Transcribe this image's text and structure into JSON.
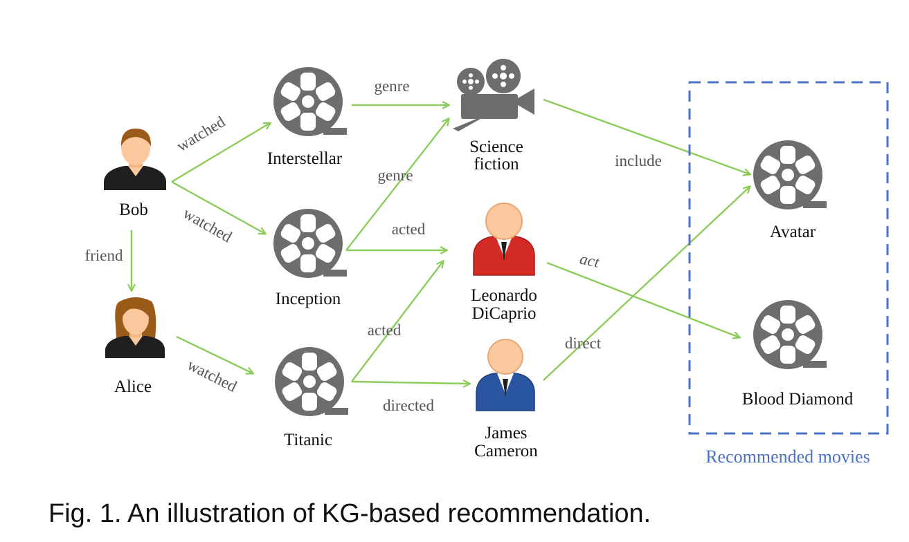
{
  "caption": "Fig. 1. An illustration of KG-based recommendation.",
  "colors": {
    "edge": "#8ccc5a",
    "icon_gray": "#6d6d6d",
    "box_blue": "#4a72c4",
    "leonardo_suit": "#d42a25",
    "james_suit": "#2a55a0",
    "skin": "#fcc99e"
  },
  "recommended_box_label": "Recommended movies",
  "nodes": {
    "bob": {
      "label": "Bob",
      "icon": "user-male-icon"
    },
    "alice": {
      "label": "Alice",
      "icon": "user-female-icon"
    },
    "interstellar": {
      "label": "Interstellar",
      "icon": "film-reel-icon"
    },
    "inception": {
      "label": "Inception",
      "icon": "film-reel-icon"
    },
    "titanic": {
      "label": "Titanic",
      "icon": "film-reel-icon"
    },
    "science_fiction": {
      "label_line1": "Science",
      "label_line2": "fiction",
      "icon": "movie-camera-icon"
    },
    "leonardo": {
      "label_line1": "Leonardo",
      "label_line2": "DiCaprio",
      "icon": "person-red-suit-icon"
    },
    "james": {
      "label_line1": "James",
      "label_line2": "Cameron",
      "icon": "person-blue-suit-icon"
    },
    "avatar": {
      "label": "Avatar",
      "icon": "film-reel-icon"
    },
    "blood_diamond": {
      "label": "Blood Diamond",
      "icon": "film-reel-icon"
    }
  },
  "edges": {
    "bob_interstellar": "watched",
    "bob_inception": "watched",
    "bob_alice": "friend",
    "alice_titanic": "watched",
    "interstellar_scifi": "genre",
    "inception_scifi": "genre",
    "inception_leonardo": "acted",
    "titanic_leonardo": "acted",
    "titanic_james": "directed",
    "scifi_avatar": "include",
    "leonardo_blood_diamond": "act",
    "james_avatar": "direct"
  }
}
